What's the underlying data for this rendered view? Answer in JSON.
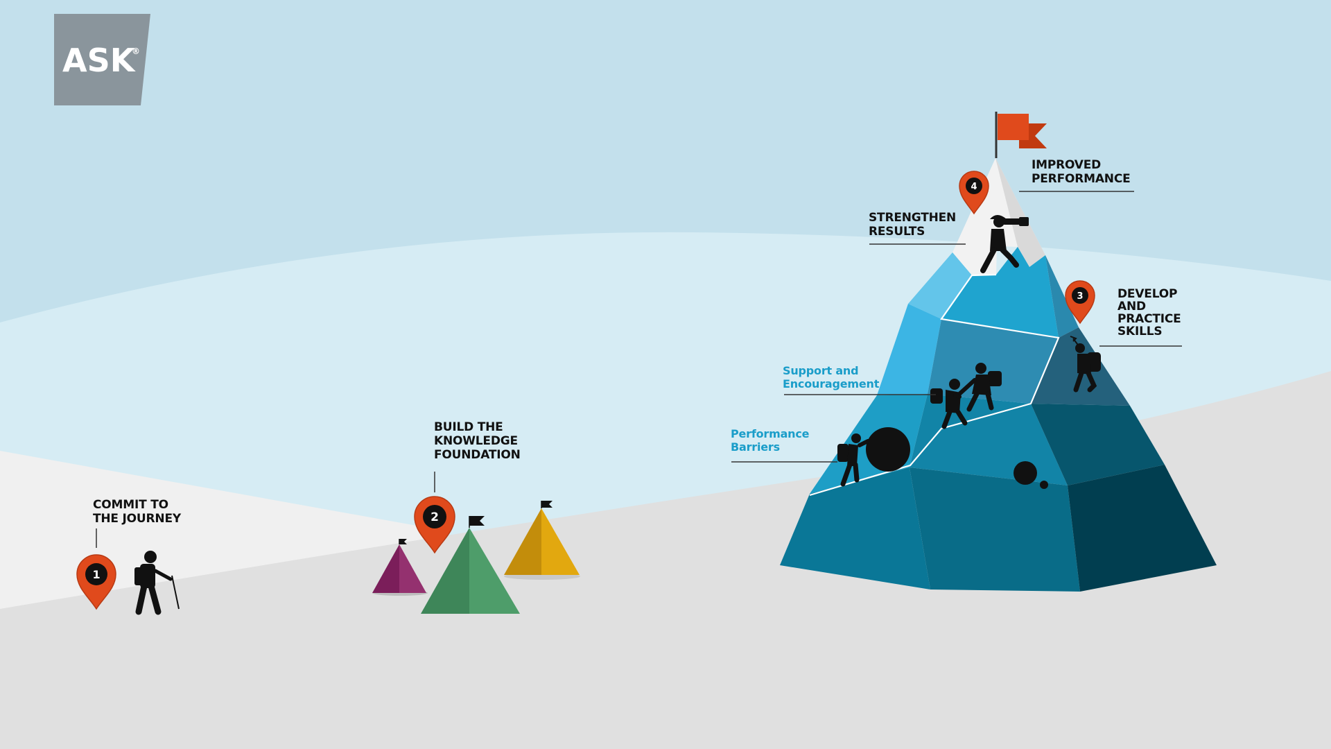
{
  "logo": {
    "text": "ASK",
    "mark": "®",
    "bg_color": "#8a959c"
  },
  "steps": [
    {
      "number": "1",
      "label": "COMMIT TO\nTHE JOURNEY"
    },
    {
      "number": "2",
      "label": "BUILD THE\nKNOWLEDGE\nFOUNDATION"
    },
    {
      "number": "3",
      "label": "DEVELOP\nAND\nPRACTICE\nSKILLS"
    },
    {
      "number": "4",
      "label": "STRENGTHEN\nRESULTS"
    }
  ],
  "summit": {
    "label": "IMPROVED\nPERFORMANCE"
  },
  "annotations": {
    "support": "Support and\nEncouragement",
    "barriers": "Performance\nBarriers"
  },
  "colors": {
    "sky": "#c3e0ec",
    "sky_light": "#d6ecf4",
    "snow": "#e0e0e0",
    "pin": "#e04a1c",
    "flag": "#e04a1c",
    "accent_blue": "#1a9dc9",
    "figure": "#111111"
  },
  "icons": {
    "hiker": "hiker-icon",
    "pin": "map-pin-icon",
    "flag": "flag-icon",
    "climber": "climber-icon",
    "boulder": "boulder-icon",
    "lookout": "binoculars-climber-icon"
  }
}
